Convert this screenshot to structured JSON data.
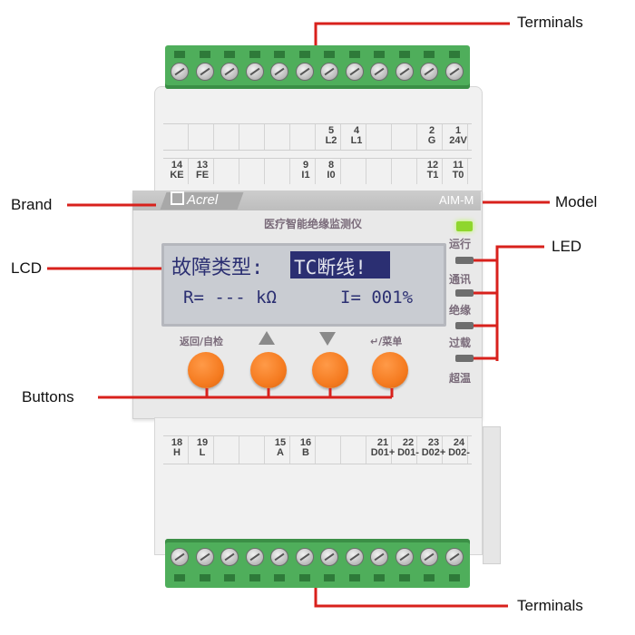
{
  "device": {
    "brand": "Acrel",
    "model": "AIM-M",
    "title": "医疗智能绝缘监测仪",
    "lcd": {
      "line1_label": "故障类型:",
      "line1_value": "TC断线!",
      "line2_left": "R=  ---  kΩ",
      "line2_right": "I= 001%"
    },
    "buttons": [
      {
        "label": "返回/自检"
      },
      {
        "label": "▲"
      },
      {
        "label": "▼"
      },
      {
        "label": "↵/菜单"
      }
    ],
    "leds": [
      {
        "label": "运行",
        "color": "#8fd62e"
      },
      {
        "label": "通讯",
        "color": "#6e6e6e"
      },
      {
        "label": "绝缘",
        "color": "#6e6e6e"
      },
      {
        "label": "过载",
        "color": "#6e6e6e"
      },
      {
        "label": "超温"
      }
    ],
    "top_terminal_rows": {
      "upper": [
        {
          "num": "5",
          "name": "L2"
        },
        {
          "num": "4",
          "name": "L1"
        },
        {
          "num": "2",
          "name": "G"
        },
        {
          "num": "1",
          "name": "24V"
        }
      ],
      "lower": [
        {
          "num": "14",
          "name": "KE"
        },
        {
          "num": "13",
          "name": "FE"
        },
        {
          "num": "9",
          "name": "I1"
        },
        {
          "num": "8",
          "name": "I0"
        },
        {
          "num": "12",
          "name": "T1"
        },
        {
          "num": "11",
          "name": "T0"
        }
      ]
    },
    "bottom_terminal_row": [
      {
        "num": "18",
        "name": "H"
      },
      {
        "num": "19",
        "name": "L"
      },
      {
        "num": "15",
        "name": "A"
      },
      {
        "num": "16",
        "name": "B"
      },
      {
        "num": "21",
        "name": "D01+"
      },
      {
        "num": "22",
        "name": "D01-"
      },
      {
        "num": "23",
        "name": "D02+"
      },
      {
        "num": "24",
        "name": "D02-"
      }
    ]
  },
  "callouts": {
    "terminals_top": "Terminals",
    "brand": "Brand",
    "model": "Model",
    "lcd": "LCD",
    "led": "LED",
    "buttons": "Buttons",
    "terminals_bottom": "Terminals"
  },
  "colors": {
    "callout_line": "#d8211c",
    "terminal_green": "#4fae5b",
    "button_orange": "#f57b20",
    "lcd_bg": "#c9ccd2",
    "lcd_text": "#2b2f72"
  }
}
